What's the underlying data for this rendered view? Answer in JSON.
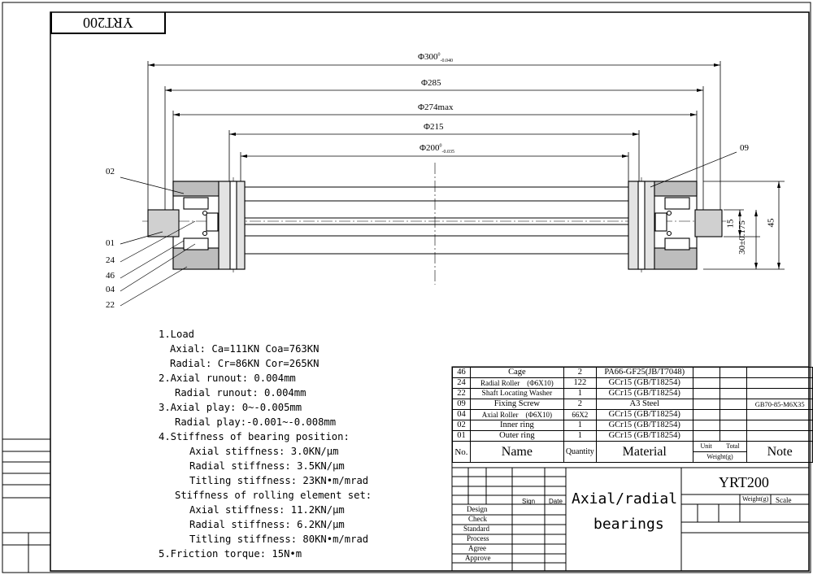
{
  "title_block_top": "YRT200",
  "dimensions": {
    "d300": "Φ300",
    "d300_tol_up": "0",
    "d300_tol_low": "-0.040",
    "d285": "Φ285",
    "d274": "Φ274max",
    "d215": "Φ215",
    "d200": "Φ200",
    "d200_tol_up": "0",
    "d200_tol_low": "-0.035",
    "h15": "15",
    "h30": "30±0.175",
    "h45": "45"
  },
  "callouts": [
    "02",
    "01",
    "24",
    "46",
    "04",
    "22",
    "09"
  ],
  "notes": [
    "1.Load",
    "Axial: Ca=111KN Coa=763KN",
    "Radial: Cr=86KN Cor=265KN",
    "2.Axial runout: 0.004mm",
    "Radial runout: 0.004mm",
    "3.Axial play: 0~-0.005mm",
    "Radial play:-0.001~-0.008mm",
    "4.Stiffness of bearing position:",
    "Axial stiffness: 3.0KN/μm",
    "Radial stiffness: 3.5KN/μm",
    "Titling stiffness: 23KN•m/mrad",
    "Stiffness of rolling element set:",
    "Axial stiffness: 11.2KN/μm",
    "Radial stiffness: 6.2KN/μm",
    "Titling stiffness: 80KN•m/mrad",
    "5.Friction torque: 15N•m"
  ],
  "bom": [
    {
      "no": "46",
      "name": "Cage",
      "qty": "2",
      "material": "PA66-GF25(JB/T7048)",
      "note": ""
    },
    {
      "no": "24",
      "name": "Radial Roller　(Φ6X10)",
      "qty": "122",
      "material": "GCr15 (GB/T18254)",
      "note": ""
    },
    {
      "no": "22",
      "name": "Shaft Locating Washer",
      "qty": "1",
      "material": "GCr15 (GB/T18254)",
      "note": ""
    },
    {
      "no": "09",
      "name": "Fixing Screw",
      "qty": "2",
      "material": "A3 Steel",
      "note": "GB70-85-M6X35"
    },
    {
      "no": "04",
      "name": "Axial Roller　(Φ6X10)",
      "qty": "66X2",
      "material": "GCr15 (GB/T18254)",
      "note": ""
    },
    {
      "no": "02",
      "name": "Inner ring",
      "qty": "1",
      "material": "GCr15 (GB/T18254)",
      "note": ""
    },
    {
      "no": "01",
      "name": "Outer ring",
      "qty": "1",
      "material": "GCr15 (GB/T18254)",
      "note": ""
    }
  ],
  "bom_header": {
    "no": "No.",
    "name": "Name",
    "qty": "Quantity",
    "material": "Material",
    "unit": "Unit",
    "total": "Total",
    "weight": "Weight(g)",
    "note": "Note"
  },
  "title_block": {
    "product_name_line1": "Axial/radial",
    "product_name_line2": "bearings",
    "model": "YRT200",
    "weight_label": "Weight(g)",
    "scale_label": "Scale",
    "sign_label": "Sign",
    "date_label": "Date",
    "roles": [
      "Design",
      "Check",
      "Standard",
      "Process",
      "Agree",
      "Approve"
    ]
  }
}
